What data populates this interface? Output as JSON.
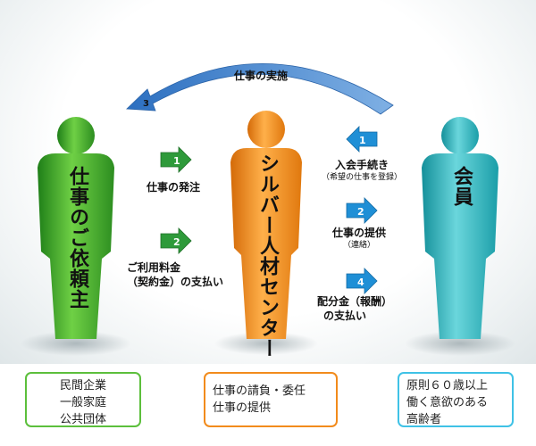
{
  "arc_label": "仕事の実施",
  "arc_step": "3",
  "figures": {
    "client": "仕事のご依頼主",
    "center": "シルバー人材センター",
    "member": "会員"
  },
  "flows": {
    "order": {
      "step": "1",
      "label": "仕事の発注"
    },
    "payment": {
      "step": "2",
      "label1": "ご利用料金",
      "label2": "（契約金）の支払い"
    },
    "join": {
      "step": "1",
      "label": "入会手続き",
      "note": "（希望の仕事を登録）"
    },
    "provide": {
      "step": "2",
      "label": "仕事の提供",
      "note": "（連絡）"
    },
    "pay": {
      "step": "4",
      "label1": "配分金（報酬）",
      "label2": "の支払い"
    }
  },
  "boxes": {
    "client": [
      "民間企業",
      "一般家庭",
      "公共団体"
    ],
    "center": [
      "仕事の請負・委任",
      "仕事の提供"
    ],
    "member": [
      "原則６０歳以上",
      "働く意欲のある",
      "高齢者"
    ]
  },
  "colors": {
    "green": "#3fae2c",
    "orange": "#f28b1c",
    "teal": "#2fb3bd",
    "arc": "#2e78c8",
    "blue_arrow": "#1f8fd6"
  }
}
